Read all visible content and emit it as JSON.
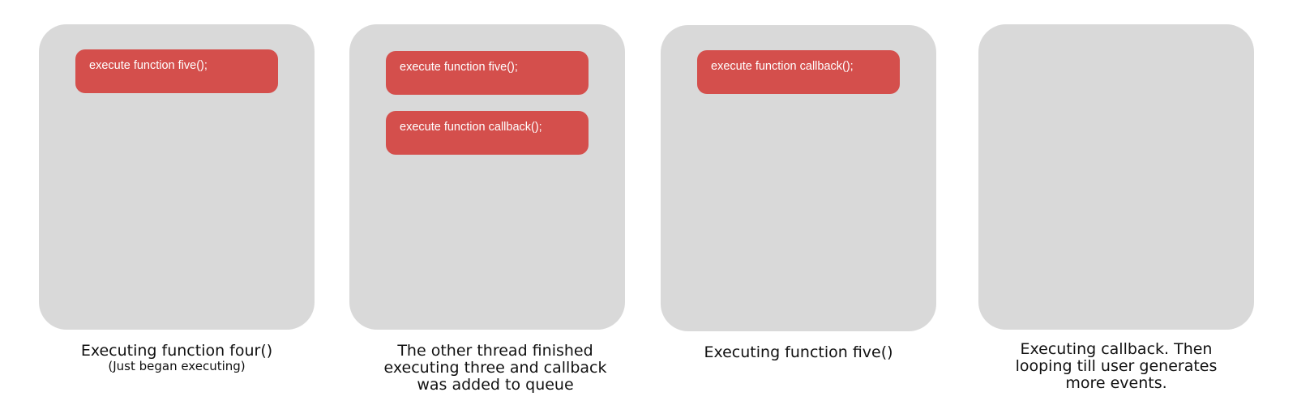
{
  "stages": [
    {
      "tasks": [
        "execute function five();"
      ],
      "caption": "Executing function four()",
      "subcaption": "(Just began executing)"
    },
    {
      "tasks": [
        "execute function five();",
        "execute function callback();"
      ],
      "caption_lines": [
        "The other thread finished",
        "executing three and callback",
        "was added to queue"
      ]
    },
    {
      "tasks": [
        "execute function callback();"
      ],
      "caption": "Executing function five()"
    },
    {
      "tasks": [],
      "caption_lines": [
        "Executing callback. Then",
        "looping till user generates",
        "more events."
      ]
    }
  ],
  "colors": {
    "panel": "#d9d9d9",
    "task": "#d44f4c"
  }
}
